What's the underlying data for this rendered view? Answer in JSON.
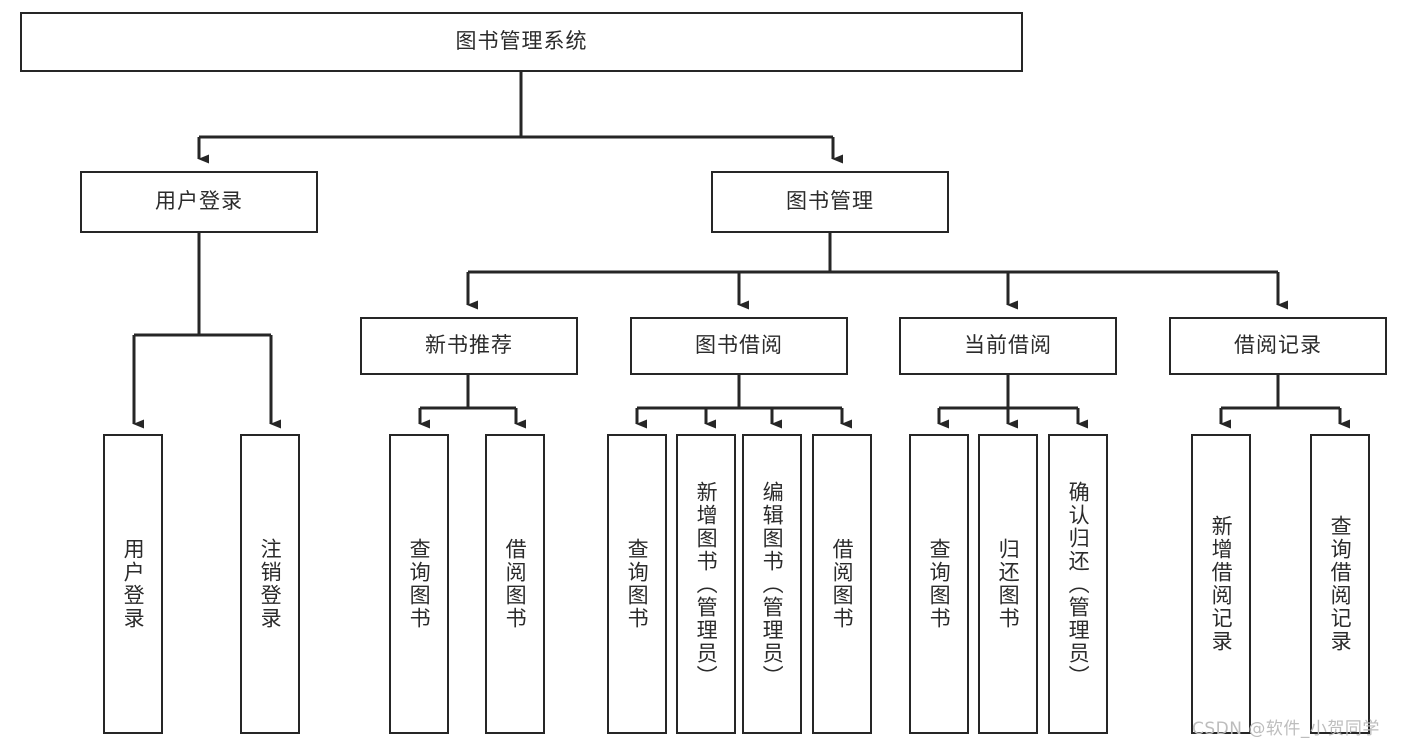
{
  "diagram": {
    "title": "图书管理系统",
    "type": "tree",
    "background_color": "#ffffff",
    "line_color": "#262626",
    "text_color": "#2b2b2b",
    "root": {
      "id": "root",
      "label": "图书管理系统",
      "orientation": "horizontal"
    },
    "level1": [
      {
        "id": "user-login",
        "label": "用户登录",
        "orientation": "horizontal"
      },
      {
        "id": "book-management",
        "label": "图书管理",
        "orientation": "horizontal"
      }
    ],
    "level2": [
      {
        "id": "new-book-recommend",
        "label": "新书推荐",
        "orientation": "horizontal",
        "parent": "book-management"
      },
      {
        "id": "book-borrow",
        "label": "图书借阅",
        "orientation": "horizontal",
        "parent": "book-management"
      },
      {
        "id": "current-borrow",
        "label": "当前借阅",
        "orientation": "horizontal",
        "parent": "book-management"
      },
      {
        "id": "borrow-record",
        "label": "借阅记录",
        "orientation": "horizontal",
        "parent": "book-management"
      }
    ],
    "leaves": [
      {
        "id": "leaf-user-login",
        "label": "用户登录",
        "parent": "user-login"
      },
      {
        "id": "leaf-user-logout",
        "label": "注销登录",
        "parent": "user-login"
      },
      {
        "id": "leaf-query-book-1",
        "label": "查询图书",
        "parent": "new-book-recommend"
      },
      {
        "id": "leaf-borrow-book-1",
        "label": "借阅图书",
        "parent": "new-book-recommend"
      },
      {
        "id": "leaf-query-book-2",
        "label": "查询图书",
        "parent": "book-borrow"
      },
      {
        "id": "leaf-add-book",
        "label": "新增图书（管理员）",
        "parent": "book-borrow"
      },
      {
        "id": "leaf-edit-book",
        "label": "编辑图书（管理员）",
        "parent": "book-borrow"
      },
      {
        "id": "leaf-borrow-book-2",
        "label": "借阅图书",
        "parent": "book-borrow"
      },
      {
        "id": "leaf-query-book-3",
        "label": "查询图书",
        "parent": "current-borrow"
      },
      {
        "id": "leaf-return-book",
        "label": "归还图书",
        "parent": "current-borrow"
      },
      {
        "id": "leaf-confirm-return",
        "label": "确认归还（管理员）",
        "parent": "current-borrow"
      },
      {
        "id": "leaf-add-record",
        "label": "新增借阅记录",
        "parent": "borrow-record"
      },
      {
        "id": "leaf-query-record",
        "label": "查询借阅记录",
        "parent": "borrow-record"
      }
    ]
  },
  "watermark": {
    "text": "CSDN @软件_小贺同学"
  }
}
